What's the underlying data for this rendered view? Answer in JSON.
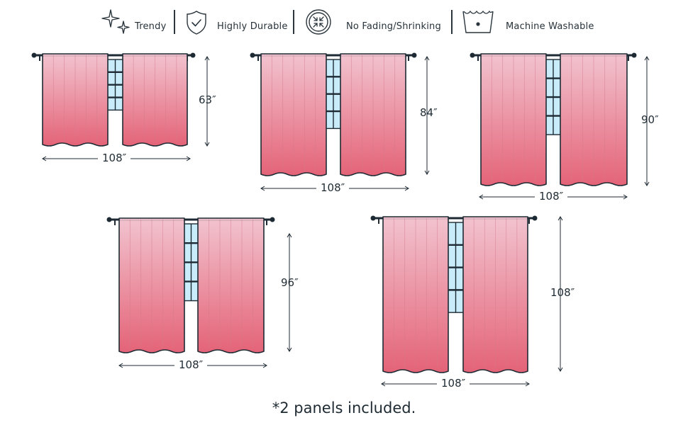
{
  "features": [
    {
      "icon": "sparkle-icon",
      "label": "Trendy"
    },
    {
      "icon": "shield-check-icon",
      "label": "Highly Durable"
    },
    {
      "icon": "no-fading-icon",
      "label": "No Fading/Shrinking"
    },
    {
      "icon": "machine-wash-icon",
      "label": "Machine Washable"
    }
  ],
  "variants": [
    {
      "width_label": "108″",
      "length_label": "63″"
    },
    {
      "width_label": "108″",
      "length_label": "84″"
    },
    {
      "width_label": "108″",
      "length_label": "90″"
    },
    {
      "width_label": "108″",
      "length_label": "96″"
    },
    {
      "width_label": "108″",
      "length_label": "108″"
    }
  ],
  "footnote": "*2 panels included.",
  "colors": {
    "curtain_top": "#f2c3cf",
    "curtain_bottom": "#e46377",
    "outline": "#1e2a33",
    "window_glass": "#c9ecfa",
    "rod": "#1e2a33"
  }
}
